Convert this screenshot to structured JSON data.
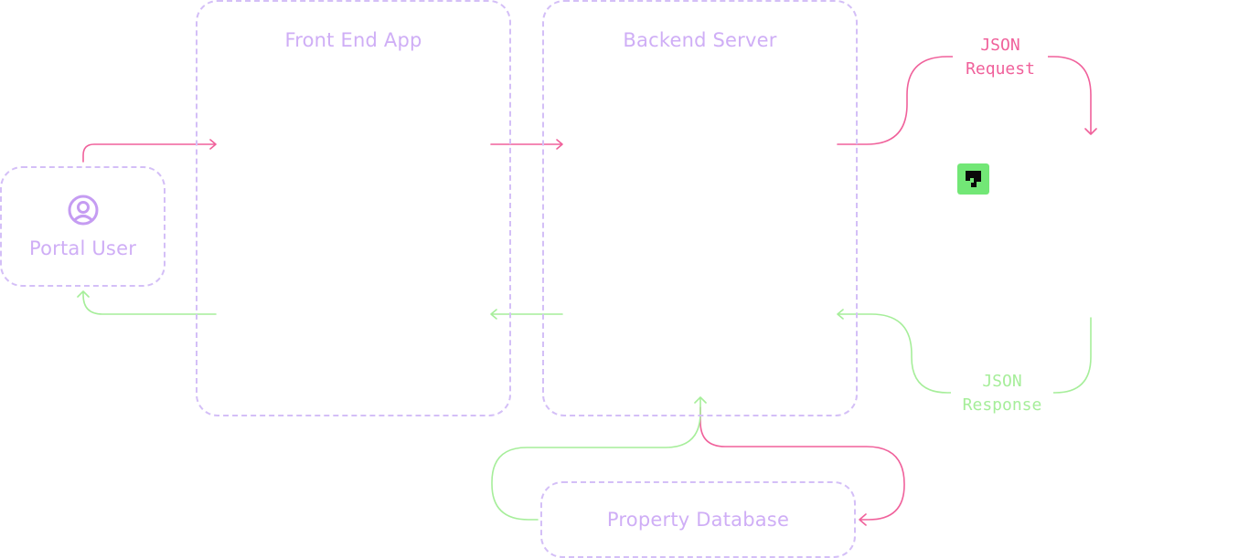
{
  "nodes": {
    "portal_user": {
      "label": "Portal User",
      "icon": "user-circle-icon"
    },
    "front_end_app": {
      "label": "Front End App"
    },
    "backend_server": {
      "label": "Backend Server"
    },
    "property_database": {
      "label": "Property Database"
    }
  },
  "edges": {
    "json_request": {
      "line1": "JSON",
      "line2": "Request"
    },
    "json_response": {
      "line1": "JSON",
      "line2": "Response"
    }
  },
  "external_service": {
    "icon": "service-logo-icon"
  },
  "colors": {
    "request": "#f0619b",
    "response": "#a6ee9a",
    "node_border": "#d4bff7",
    "node_text": "#cfaef6",
    "logo_bg": "#72e776",
    "logo_fg": "#0a0a0a"
  }
}
